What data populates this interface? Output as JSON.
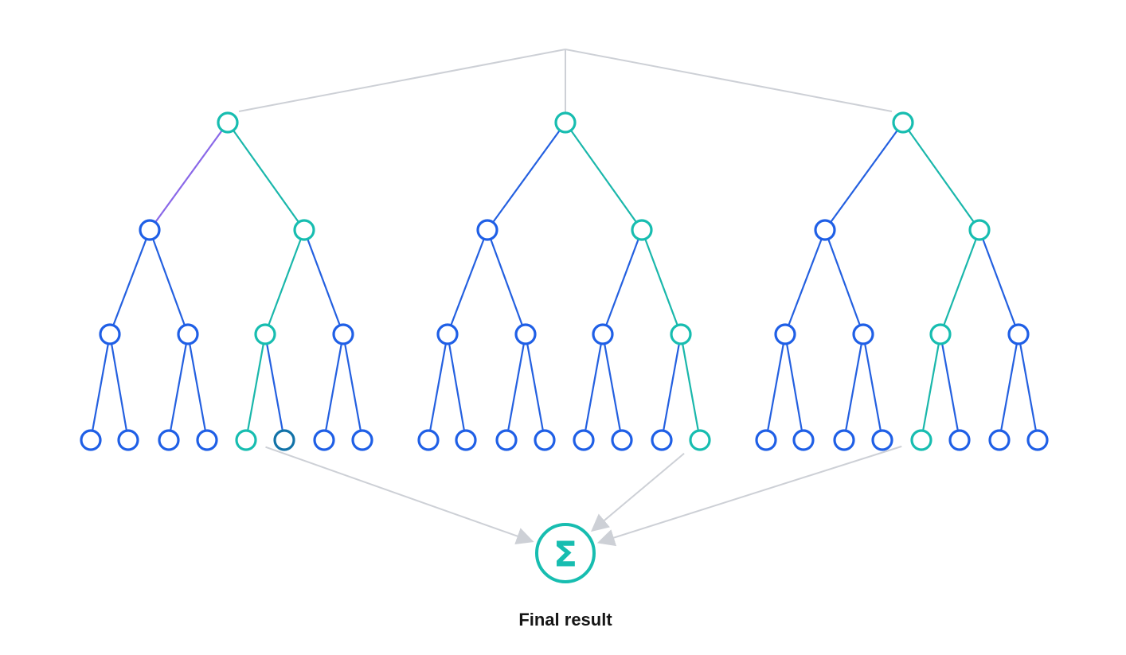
{
  "colors": {
    "background": "#ffffff",
    "node_default": "#1f5fe6",
    "node_selected": "#17bdb0",
    "node_dark": "#1273a8",
    "edge_default": "#2460e0",
    "edge_selected": "#1ab7ab",
    "edge_purple": "#8a68e8",
    "connector": "#cdd0d6",
    "label": "#161616"
  },
  "trees": [
    {
      "selected_leaf": 4,
      "dark_leaf": 5,
      "top_left_edge": "purple"
    },
    {
      "selected_leaf": 7,
      "dark_leaf": null,
      "top_left_edge": "default"
    },
    {
      "selected_leaf": 4,
      "dark_leaf": null,
      "top_left_edge": "default"
    }
  ],
  "aggregator": {
    "symbol": "Σ",
    "label": "Final result"
  }
}
